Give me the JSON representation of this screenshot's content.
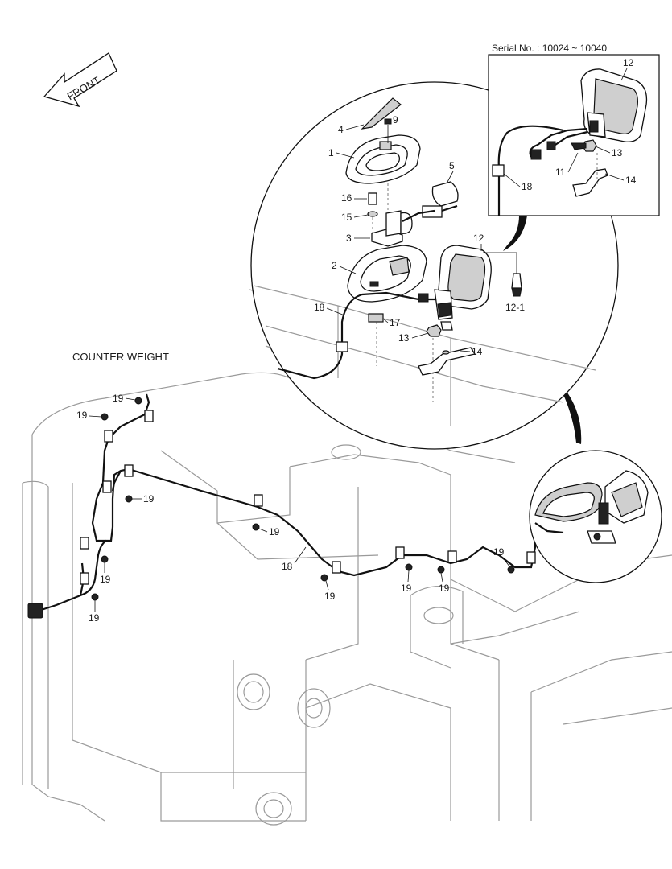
{
  "front_arrow": {
    "label": "FRONT"
  },
  "section_label": "COUNTER WEIGHT",
  "inset": {
    "serial_text": "Serial No. : 10024 ~ 10040"
  },
  "callouts": {
    "c1": "1",
    "c2": "2",
    "c3": "3",
    "c4": "4",
    "c5": "5",
    "c9": "9",
    "c11": "11",
    "c12_main": "12",
    "c12_inset": "12",
    "c12_1": "12-1",
    "c13_main": "13",
    "c13_inset": "13",
    "c14_main": "14",
    "c14_inset": "14",
    "c15": "15",
    "c16": "16",
    "c17": "17",
    "c18_main": "18",
    "c18_inset": "18",
    "c18_harness": "18",
    "c19_a": "19",
    "c19_b": "19",
    "c19_c": "19",
    "c19_d": "19",
    "c19_e": "19",
    "c19_f": "19",
    "c19_g": "19",
    "c19_h": "19",
    "c19_i": "19",
    "c19_j": "19"
  },
  "colors": {
    "line": "#111111",
    "body_outline": "#9a9a9a",
    "fill_gray": "#cfcfcf"
  }
}
